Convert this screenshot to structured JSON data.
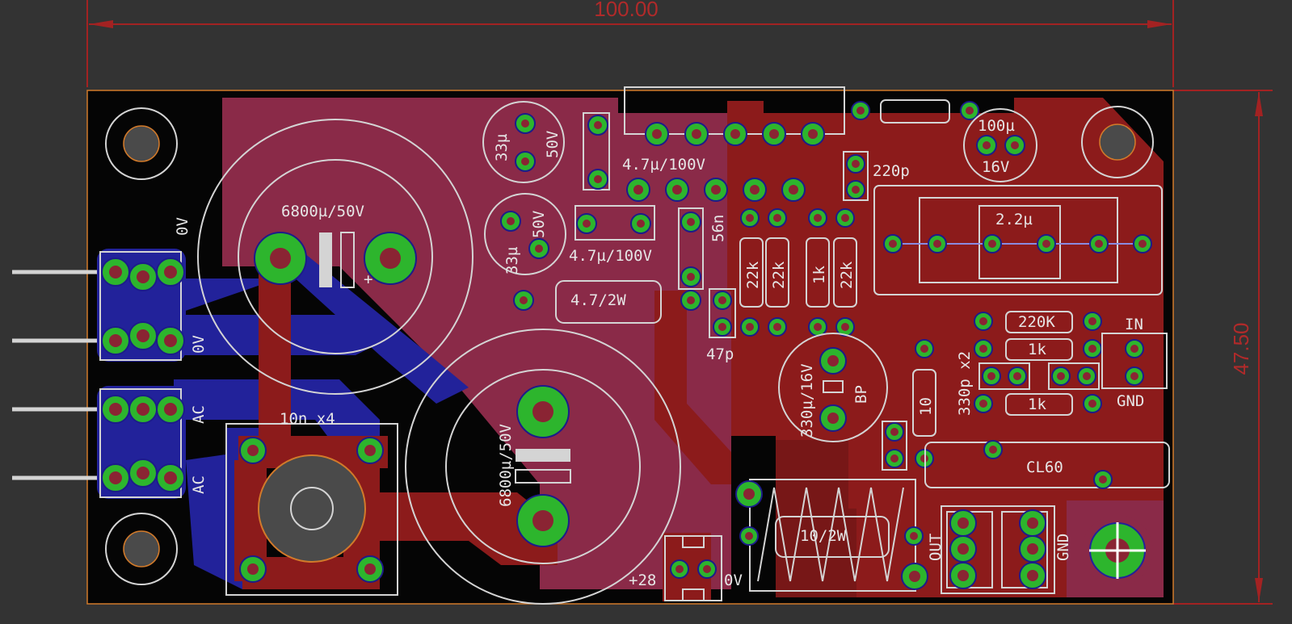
{
  "colors": {
    "background": "#333333",
    "board": "#050505",
    "outline": "#d27a2a",
    "top_copper": "#8c1b1b",
    "top_polygon": "#8a2a48",
    "bottom_copper": "#22229a",
    "pad": "#2db52d",
    "silkscreen": "#d4d4d4",
    "dimension": "#a32222"
  },
  "dimensions": {
    "width": "100.00",
    "height": "47.50"
  },
  "labels": {
    "cap_main_1": "6800µ/50V",
    "cap_main_2": "6800µ/50V",
    "cap_33u_1": "33µ",
    "cap_33u_1_v": "50V",
    "cap_33u_2": "33µ",
    "cap_33u_2_v": "50V",
    "film_1": "4.7µ/100V",
    "film_2": "4.7µ/100V",
    "res_47": "4.7/2W",
    "cap_56n": "56n",
    "cap_47p": "47p",
    "cap_220p": "220p",
    "cap_100u": "100µ",
    "cap_100u_v": "16V",
    "cap_22u": "2.2µ",
    "res_22k_1": "22k",
    "res_22k_2": "22k",
    "res_1k": "1k",
    "res_22k_3": "22k",
    "res_220k": "220K",
    "res_1k_2": "1k",
    "res_1k_3": "1k",
    "cap_330p": "330p x2",
    "res_10": "10",
    "cap_330u": "330µ/16V",
    "cap_bp": "BP",
    "conn_in": "IN",
    "conn_gnd_1": "GND",
    "chip": "CL60",
    "res_10_2w": "10/2W",
    "conn_out": "OUT",
    "conn_gnd_2": "GND",
    "pwr_plus": "+28",
    "pwr_0v": "0V",
    "cap_10n": "10n x4",
    "term_0v_1": "0V",
    "term_0v_2": "0V",
    "term_ac_1": "AC",
    "term_ac_2": "AC"
  }
}
